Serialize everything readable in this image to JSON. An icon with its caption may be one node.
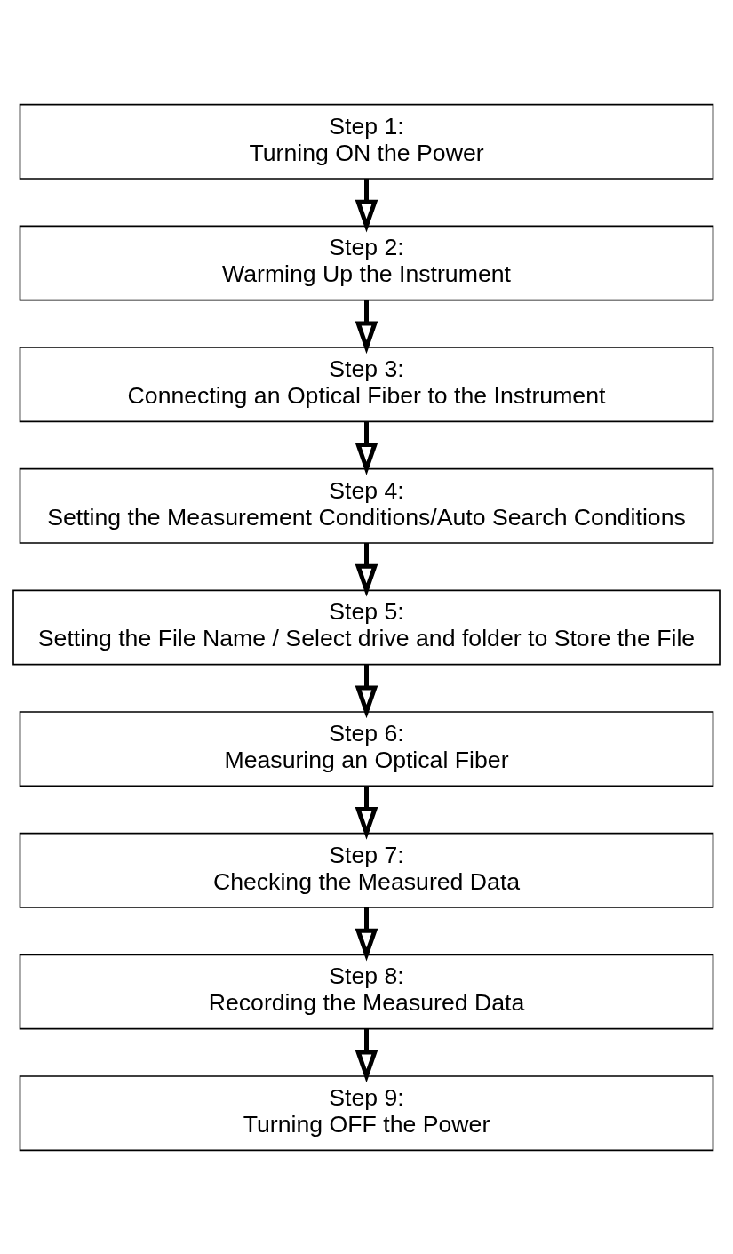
{
  "diagram": {
    "nodes": [
      {
        "text": [
          "Step 1:",
          "Turning ON the Power"
        ]
      },
      {
        "text": [
          "Step 2:",
          "Warming Up the Instrument"
        ]
      },
      {
        "text": [
          "Step 3:",
          "Connecting an Optical Fiber to the Instrument"
        ]
      },
      {
        "text": [
          "Step 4:",
          "Setting the Measurement Conditions/Auto Search Conditions"
        ]
      },
      {
        "text": [
          "Step 5:",
          "Setting the File Name / Select drive and folder to Store the File"
        ]
      },
      {
        "text": [
          "Step 6:",
          "Measuring an Optical Fiber"
        ]
      },
      {
        "text": [
          "Step 7:",
          "Checking the Measured Data"
        ]
      },
      {
        "text": [
          "Step 8:",
          "Recording the Measured Data"
        ]
      },
      {
        "text": [
          "Step 9:",
          "Turning OFF the Power"
        ]
      }
    ],
    "edges": [
      {
        "from": 0,
        "to": 1,
        "arrow": "to"
      },
      {
        "from": 1,
        "to": 2,
        "arrow": "to"
      },
      {
        "from": 2,
        "to": 3,
        "arrow": "to"
      },
      {
        "from": 3,
        "to": 4,
        "arrow": "to"
      },
      {
        "from": 4,
        "to": 5,
        "arrow": "to"
      },
      {
        "from": 5,
        "to": 6,
        "arrow": "to"
      },
      {
        "from": 6,
        "to": 7,
        "arrow": "to"
      },
      {
        "from": 7,
        "to": 8,
        "arrow": "to"
      }
    ]
  }
}
